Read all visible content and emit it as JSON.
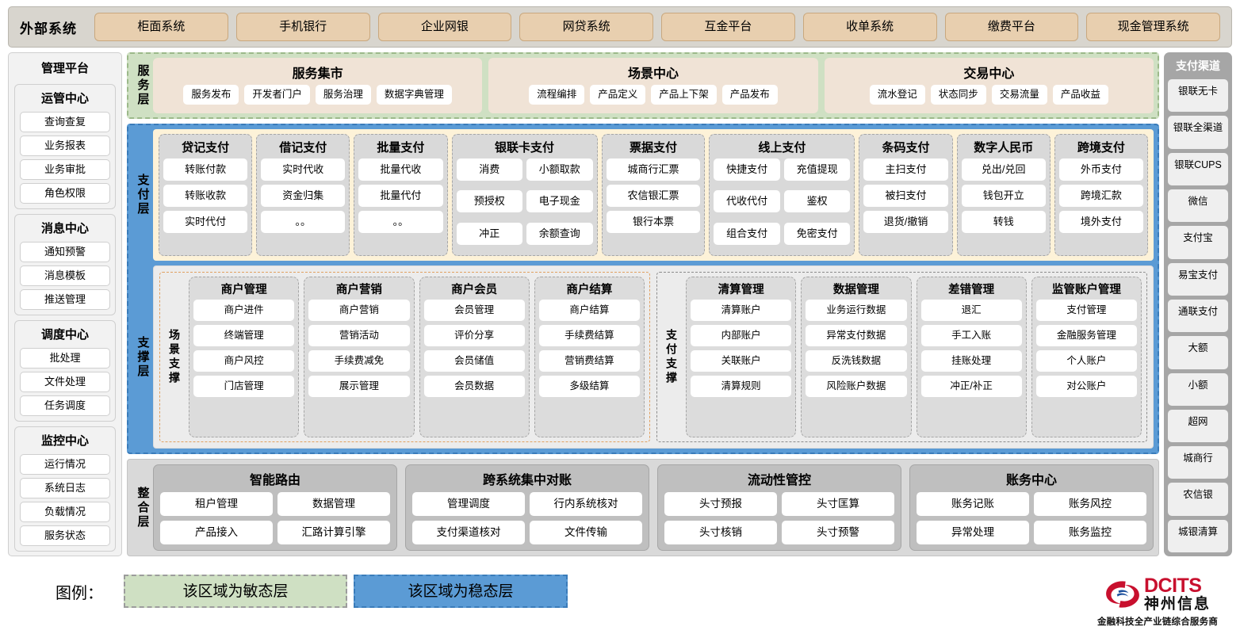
{
  "external_systems": {
    "title": "外部系统",
    "items": [
      "柜面系统",
      "手机银行",
      "企业网银",
      "网贷系统",
      "互金平台",
      "收单系统",
      "缴费平台",
      "现金管理系统"
    ]
  },
  "management_platform": {
    "title": "管理平台",
    "groups": [
      {
        "title": "运管中心",
        "items": [
          "查询查复",
          "业务报表",
          "业务审批",
          "角色权限"
        ]
      },
      {
        "title": "消息中心",
        "items": [
          "通知预警",
          "消息模板",
          "推送管理"
        ]
      },
      {
        "title": "调度中心",
        "items": [
          "批处理",
          "文件处理",
          "任务调度"
        ]
      },
      {
        "title": "监控中心",
        "items": [
          "运行情况",
          "系统日志",
          "负载情况",
          "服务状态"
        ]
      }
    ]
  },
  "service_layer": {
    "label": "服务层",
    "groups": [
      {
        "title": "服务集市",
        "items": [
          "服务发布",
          "开发者门户",
          "服务治理",
          "数据字典管理"
        ]
      },
      {
        "title": "场景中心",
        "items": [
          "流程编排",
          "产品定义",
          "产品上下架",
          "产品发布"
        ]
      },
      {
        "title": "交易中心",
        "items": [
          "流水登记",
          "状态同步",
          "交易流量",
          "产品收益"
        ]
      }
    ]
  },
  "payment_layer": {
    "label": "支付层",
    "columns": [
      {
        "title": "贷记支付",
        "cols": 1,
        "items": [
          "转账付款",
          "转账收款",
          "实时代付"
        ]
      },
      {
        "title": "借记支付",
        "cols": 1,
        "items": [
          "实时代收",
          "资金归集",
          "。。"
        ]
      },
      {
        "title": "批量支付",
        "cols": 1,
        "items": [
          "批量代收",
          "批量代付",
          "。。"
        ]
      },
      {
        "title": "银联卡支付",
        "cols": 2,
        "items": [
          "消费",
          "小额取款",
          "预授权",
          "电子现金",
          "冲正",
          "余额查询"
        ]
      },
      {
        "title": "票据支付",
        "cols": 1,
        "items": [
          "城商行汇票",
          "农信银汇票",
          "银行本票"
        ]
      },
      {
        "title": "线上支付",
        "cols": 2,
        "items": [
          "快捷支付",
          "充值提现",
          "代收代付",
          "鉴权",
          "组合支付",
          "免密支付"
        ]
      },
      {
        "title": "条码支付",
        "cols": 1,
        "items": [
          "主扫支付",
          "被扫支付",
          "退货/撤销"
        ]
      },
      {
        "title": "数字人民币",
        "cols": 1,
        "items": [
          "兑出/兑回",
          "钱包开立",
          "转钱"
        ]
      },
      {
        "title": "跨境支付",
        "cols": 1,
        "items": [
          "外币支付",
          "跨境汇款",
          "境外支付"
        ]
      }
    ]
  },
  "support_layer": {
    "label": "支撑层",
    "blocks": [
      {
        "sublabel": "场景支撑",
        "style": "orange",
        "columns": [
          {
            "title": "商户管理",
            "items": [
              "商户进件",
              "终端管理",
              "商户风控",
              "门店管理"
            ]
          },
          {
            "title": "商户营销",
            "items": [
              "商户营销",
              "营销活动",
              "手续费减免",
              "展示管理"
            ]
          },
          {
            "title": "商户会员",
            "items": [
              "会员管理",
              "评价分享",
              "会员储值",
              "会员数据"
            ]
          },
          {
            "title": "商户结算",
            "items": [
              "商户结算",
              "手续费结算",
              "营销费结算",
              "多级结算"
            ]
          }
        ]
      },
      {
        "sublabel": "支付支撑",
        "style": "gray",
        "columns": [
          {
            "title": "清算管理",
            "items": [
              "清算账户",
              "内部账户",
              "关联账户",
              "清算规则"
            ]
          },
          {
            "title": "数据管理",
            "items": [
              "业务运行数据",
              "异常支付数据",
              "反洗钱数据",
              "风险账户数据"
            ]
          },
          {
            "title": "差错管理",
            "items": [
              "退汇",
              "手工入账",
              "挂账处理",
              "冲正/补正"
            ]
          },
          {
            "title": "监管账户管理",
            "items": [
              "支付管理",
              "金融服务管理",
              "个人账户",
              "对公账户"
            ]
          }
        ]
      }
    ]
  },
  "integration_layer": {
    "label": "整合层",
    "groups": [
      {
        "title": "智能路由",
        "items": [
          "租户管理",
          "数据管理",
          "产品接入",
          "汇路计算引擎"
        ]
      },
      {
        "title": "跨系统集中对账",
        "items": [
          "管理调度",
          "行内系统核对",
          "支付渠道核对",
          "文件传输"
        ]
      },
      {
        "title": "流动性管控",
        "items": [
          "头寸预报",
          "头寸匡算",
          "头寸核销",
          "头寸预警"
        ]
      },
      {
        "title": "账务中心",
        "items": [
          "账务记账",
          "账务风控",
          "异常处理",
          "账务监控"
        ]
      }
    ]
  },
  "payment_channels": {
    "title": "支付渠道",
    "items": [
      "银联无卡",
      "银联全渠道",
      "银联CUPS",
      "微信",
      "支付宝",
      "易宝支付",
      "通联支付",
      "大额",
      "小额",
      "超网",
      "城商行",
      "农信银",
      "城银清算"
    ]
  },
  "legend": {
    "label": "图例：",
    "agile": "该区域为敏态层",
    "stable": "该区域为稳态层",
    "agile_color": "#cfe0c3",
    "stable_color": "#5b9bd5"
  },
  "logo": {
    "en": "DCITS",
    "cn": "神州信息",
    "tagline": "金融科技全产业链综合服务商",
    "brand_color": "#c8102e"
  }
}
